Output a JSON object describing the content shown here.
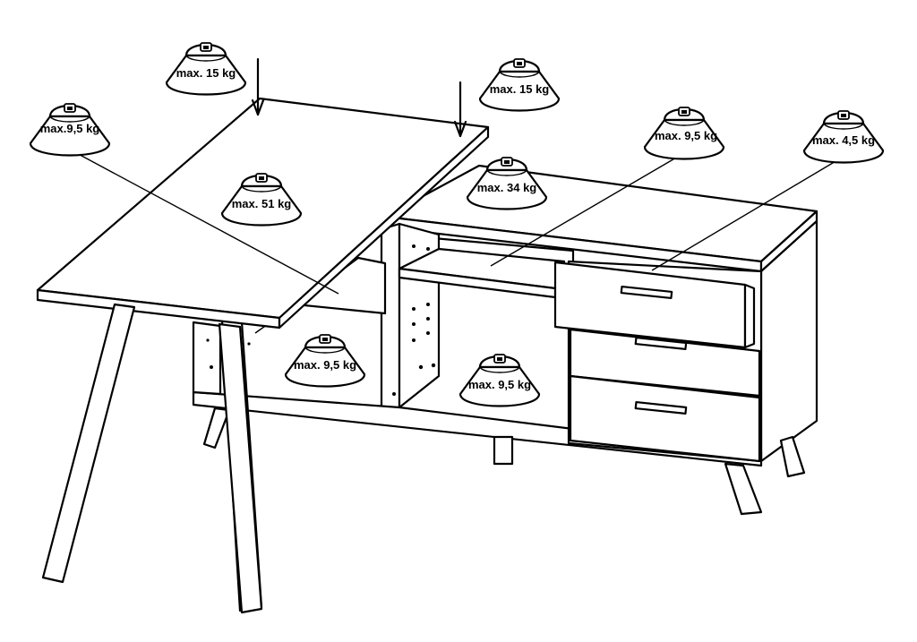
{
  "weights": [
    {
      "id": "w1",
      "label": "max. 15 kg",
      "target": "upper-left-corner-of-desktop"
    },
    {
      "id": "w2",
      "label": "max.9,5 kg",
      "target": "shelf-under-desktop"
    },
    {
      "id": "w3",
      "label": "max. 51 kg",
      "target": "desktop-surface"
    },
    {
      "id": "w4",
      "label": "max. 15 kg",
      "target": "upper-right-corner-of-desktop"
    },
    {
      "id": "w5",
      "label": "max. 34 kg",
      "target": "sideboard-top"
    },
    {
      "id": "w6",
      "label": "max. 9,5 kg",
      "target": "middle-shelf"
    },
    {
      "id": "w7",
      "label": "max. 4,5 kg",
      "target": "top-drawer"
    },
    {
      "id": "w8",
      "label": "max. 9,5 kg",
      "target": "left-bottom-compartment"
    },
    {
      "id": "w9",
      "label": "max. 9,5 kg",
      "target": "middle-bottom-compartment"
    }
  ]
}
